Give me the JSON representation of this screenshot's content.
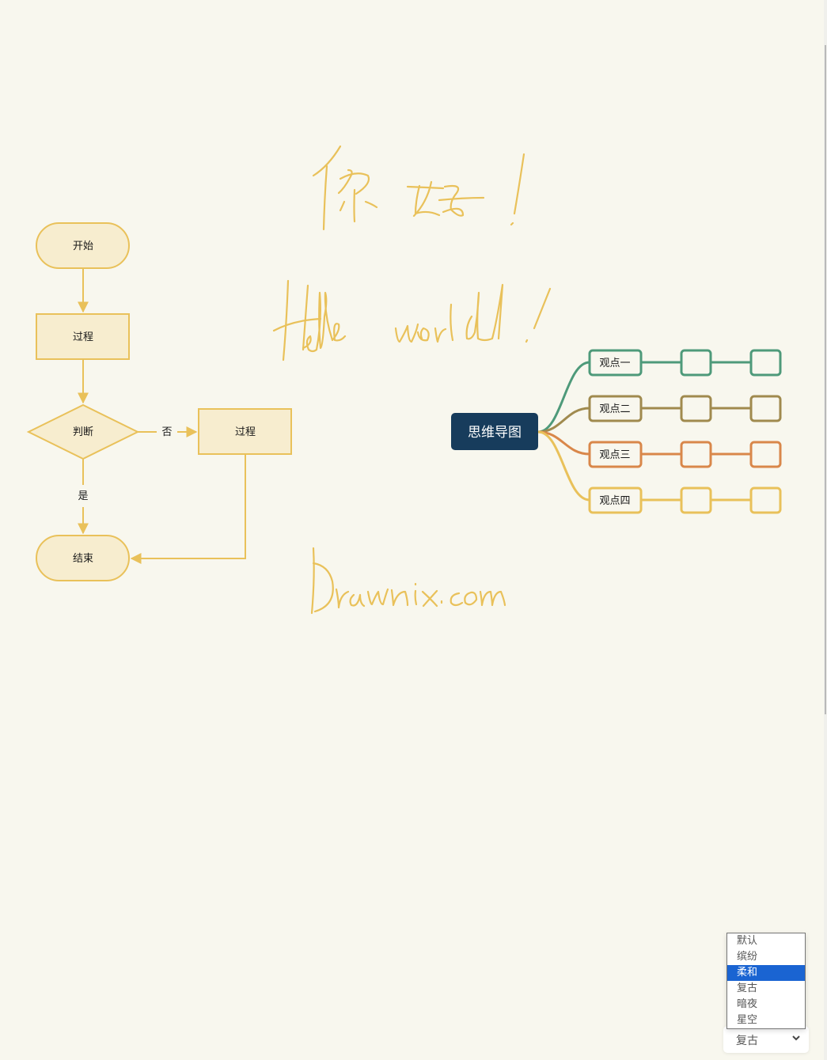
{
  "colors": {
    "background": "#f8f7ee",
    "flow_stroke": "#e9c15a",
    "flow_fill": "#f7edcf",
    "mindmap_root": "#173c5c",
    "branch_colors": [
      "#4e9a7a",
      "#a08a4e",
      "#d9874a",
      "#e9c15a"
    ],
    "selected_option": "#1a64d2"
  },
  "flowchart": {
    "start": "开始",
    "process1": "过程",
    "decision": "判断",
    "process2": "过程",
    "end": "结束",
    "label_no": "否",
    "label_yes": "是"
  },
  "handwriting": {
    "line1": "你好！",
    "line2": "Hello world !",
    "line3": "Drawnix.com"
  },
  "mindmap": {
    "root": "思维导图",
    "branches": [
      {
        "label": "观点一",
        "children": [
          "",
          ""
        ]
      },
      {
        "label": "观点二",
        "children": [
          "",
          ""
        ]
      },
      {
        "label": "观点三",
        "children": [
          "",
          ""
        ]
      },
      {
        "label": "观点四",
        "children": [
          "",
          ""
        ]
      }
    ]
  },
  "theme_select": {
    "current": "复古",
    "options": [
      "默认",
      "缤纷",
      "柔和",
      "复古",
      "暗夜",
      "星空"
    ],
    "highlighted": "柔和"
  }
}
